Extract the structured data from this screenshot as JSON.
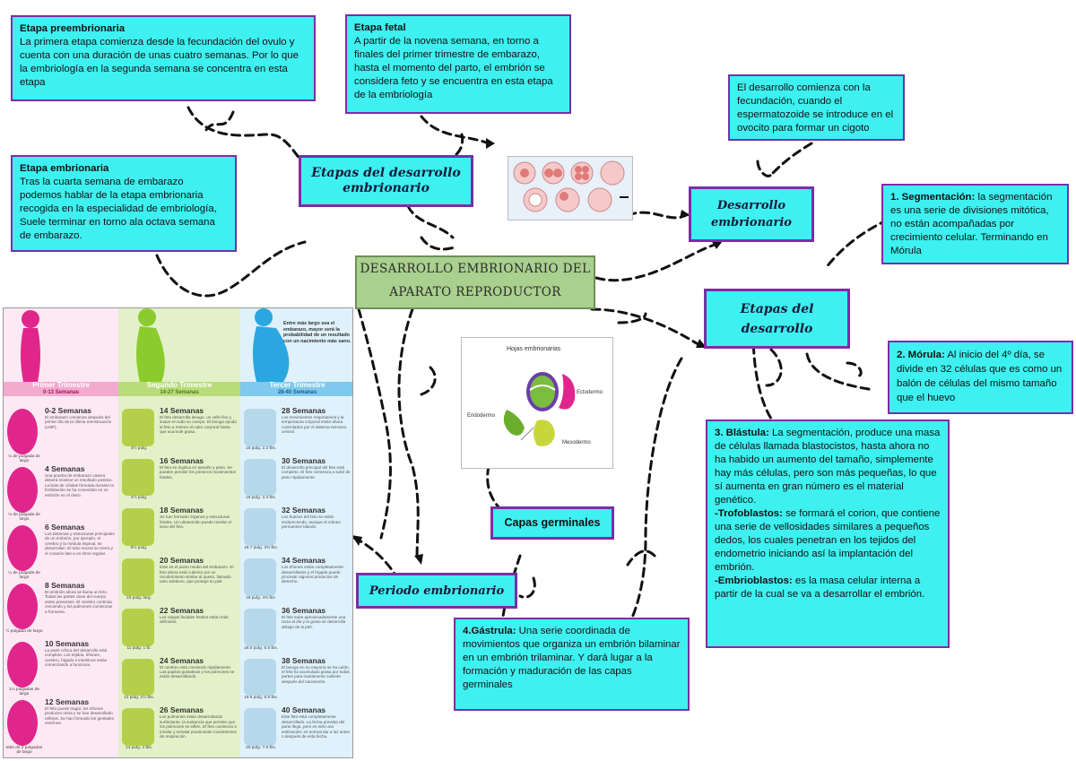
{
  "main_title": [
    "DESARROLLO EMBRIONARIO DEL",
    "APARATO REPRODUCTOR"
  ],
  "etapa_pre": {
    "title": "Etapa preembrionaria",
    "text": "La primera etapa comienza desde la fecundación del ovulo y cuenta con una duración de unas cuatro semanas. Por lo que la embriología en la segunda semana se concentra en esta etapa"
  },
  "etapa_fetal": {
    "title": "Etapa fetal",
    "text": "A partir de la novena semana, en torno a finales del primer trimestre de embarazo, hasta el momento del parto, el embrión se considera feto y se encuentra en esta etapa de la embriología"
  },
  "etapa_embrio": {
    "title": "Etapa embrionaria",
    "text": "Tras la cuarta semana de embarazo podemos hablar de la etapa embrionaria recogida en la especialidad de embriología, Suele terminar en torno ala octava semana de embarazo."
  },
  "etapas_desarrollo_emb": "Etapas del desarrollo embrionario",
  "desarrollo_intro": "El desarrollo comienza con la fecundación, cuando el espermatozoide se introduce en el ovocito para formar un cigoto",
  "desarrollo_embrionario": "Desarrollo embrionario",
  "segmentacion": {
    "label": "1. Segmentación:",
    "text": " la segmentación es una serie de divisiones mitótica, no están acompañadas por crecimiento celular. Terminando en Mórula"
  },
  "etapas_desarrollo": "Etapas del desarrollo",
  "morula": {
    "label": "2. Mórula:",
    "text": " Al inicio del 4º día, se divide en 32 células que es como un balón de células del mismo tamaño que el huevo"
  },
  "blastula": {
    "label": "3. Blástula:",
    "text": " La segmentación, produce una masa de células llamada blastocistos, hasta ahora no ha habido un aumento del tamaño, simplemente hay más células, pero son más pequeñas, lo que sí aumenta en gran número es el material genético.",
    "tro_label": "-Trofoblastos:",
    "tro_text": " se formará el corion, que contiene una serie de vellosidades similares a pequeños dedos, los cuales penetran en los tejidos del endometrio iniciando así la implantación del embrión.",
    "emb_label": "-Embrioblastos:",
    "emb_text": " es la masa celular interna a partir de la cual se va a desarrollar el embrión."
  },
  "capas_germinales": "Capas germinales",
  "periodo_embrionario": "Periodo embrionario",
  "gastrula": {
    "label": "4.Gástrula:",
    "text": " Una serie coordinada de movimientos que organiza un embrión bilaminar en un embrión trilaminar. Y dará lugar a la formación y maduración de las capas germinales"
  },
  "hojas": {
    "title": "Hojas embrionarias",
    "ecto": "Ectodermo",
    "endo": "Endodermo",
    "meso": "Mesodermo"
  },
  "trimestres": {
    "note": "Entre más largo sea el embarazo, mayor será la probabilidad de un resultado con un nacimiento más sano.",
    "primer": "Primer Trimestre",
    "primer_w": "0-13 Semanas",
    "segundo": "Segundo Trimestre",
    "segundo_w": "14-27 Semanas",
    "tercer": "Tercer Trimestre",
    "tercer_w": "28-40 Semanas",
    "col1": [
      {
        "h": "0-2 Semanas",
        "d": "El embarazo comienza después del primer día de la última menstruación (LMP).",
        "tag": "¼ de pulgada de largo"
      },
      {
        "h": "4 Semanas",
        "d": "Una prueba de embarazo casera deberá mostrar un resultado positivo. La bola de células formada durante la fertilización se ha convertido en un embrión en el útero.",
        "tag": "⅛ de pulgada de largo"
      },
      {
        "h": "6 Semanas",
        "d": "Los sistemas y estructuras principales de un embrión, por ejemplo, el cerebro y la médula espinal, se desarrollan. El tubo neural se cierra y el corazón late a un ritmo regular.",
        "tag": "¼ de pulgada de largo"
      },
      {
        "h": "8 Semanas",
        "d": "El embrión ahora se llama un feto. Todas las partes clave del cuerpo están presentes. El cerebro continúa creciendo y los pulmones comienzan a formarse.",
        "tag": "½ pulgada de largo"
      },
      {
        "h": "10 Semanas",
        "d": "La parte crítica del desarrollo está completa. Los tejidos, riñones, cerebro, hígado e intestinos están comenzando a funcionar.",
        "tag": "1¼ pulgadas de largo"
      },
      {
        "h": "12 Semanas",
        "d": "El feto puede tragar, los riñones producen orina y se han desarrollado reflejos. Se han formado los genitales externos.",
        "tag": "Más de 2 pulgadas de largo"
      }
    ],
    "col2": [
      {
        "h": "14 Semanas",
        "d": "El feto desarrolla lanugo, un vello fino y suave en todo su cuerpo. El lanugo ayuda al feto a retener el calor corporal hasta que acumule grasa.",
        "tag": "3½ pulg."
      },
      {
        "h": "16 Semanas",
        "d": "El feto se duplica en tamaño y peso. Se pueden percibir los primeros movimientos fetales.",
        "tag": "4½ pulg."
      },
      {
        "h": "18 Semanas",
        "d": "Se han formado órganos y estructuras fetales. Un ultrasonido puede revelar el sexo del feto.",
        "tag": "5½ pulg."
      },
      {
        "h": "20 Semanas",
        "d": "Este es el punto medio del embarazo. El feto ahora está cubierto por un recubrimiento similar al queso, llamado unto sebáceo, que protege su piel.",
        "tag": "10 pulg. larg."
      },
      {
        "h": "22 Semanas",
        "d": "Los rasgos faciales fetales están más definidos.",
        "tag": "11 pulg. 1 lb."
      },
      {
        "h": "24 Semanas",
        "d": "El cerebro está creciendo rápidamente. Las papilas gustativas y los pulmones se están desarrollando.",
        "tag": "12 pulg. 1½ lbs."
      },
      {
        "h": "26 Semanas",
        "d": "Los pulmones están desarrollando surfactante, la sustancia que permite que los pulmones se inflen. El feto comienza a inhalar y exhalar practicando movimientos de respiración.",
        "tag": "14 pulg. 2 lbs."
      }
    ],
    "col3": [
      {
        "h": "28 Semanas",
        "d": "Los movimientos respiratorios y la temperatura corporal están ahora controlados por el sistema nervioso central.",
        "tag": "15 pulg. 2.2 lbs."
      },
      {
        "h": "30 Semanas",
        "d": "El desarrollo principal del feto está completo. El feto comienza a subir de peso rápidamente.",
        "tag": "16 pulg. 3.3 lbs."
      },
      {
        "h": "32 Semanas",
        "d": "Los huesos del feto se están endureciendo, aunque el cráneo permanece blando.",
        "tag": "16.7 pulg. 3¾ lbs."
      },
      {
        "h": "34 Semanas",
        "d": "Los riñones están completamente desarrollados y el hígado puede procesar algunos productos de desecho.",
        "tag": "18 pulg. 4¾ lbs."
      },
      {
        "h": "36 Semanas",
        "d": "El feto sube aproximadamente una onza al día y la grasa se desarrolla debajo de la piel.",
        "tag": "18.5 pulg. 5.5 lbs."
      },
      {
        "h": "38 Semanas",
        "d": "El lanugo en su mayoría se ha caído, el feto ha acumulado grasa por todas partes para mantenerse caliente después del nacimiento.",
        "tag": "19.5 pulg. 6.8 lbs."
      },
      {
        "h": "40 Semanas",
        "d": "Este feto está completamente desarrollado. La fecha prevista del parto llega, pero es solo una estimación; es normal dar a luz antes o después de esta fecha.",
        "tag": "20 pulg. 7.5 lbs."
      }
    ]
  },
  "colors": {
    "cyan": "#3ef0f0",
    "purple": "#7a2ea6",
    "green": "#a9d08e",
    "pink": "#e0268c",
    "lime": "#8ccb2d",
    "blue": "#2aa7e0"
  }
}
